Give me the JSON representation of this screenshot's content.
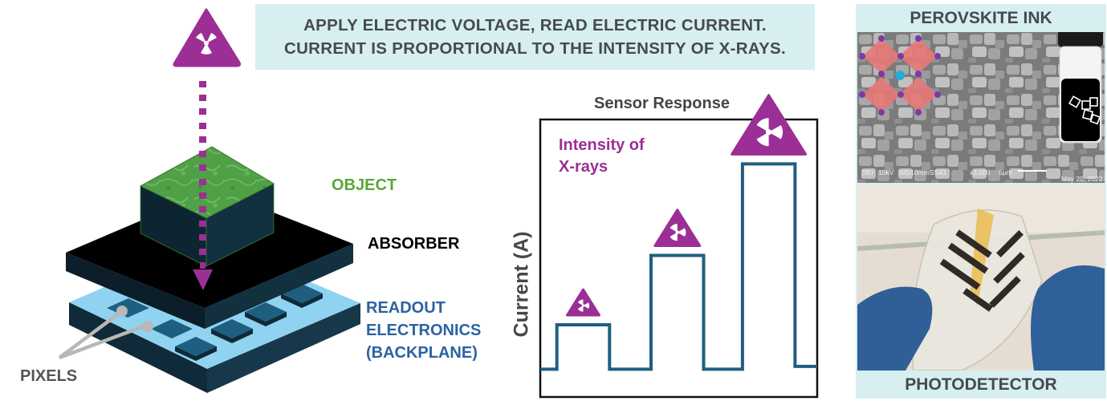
{
  "banner": {
    "line1": "APPLY ELECTRIC VOLTAGE, READ ELECTRIC CURRENT.",
    "line2": "CURRENT IS PROPORTIONAL TO THE INTENSITY OF X-RAYS."
  },
  "detector": {
    "labels": {
      "object": "OBJECT",
      "absorber": "ABSORBER",
      "readout_line1": "READOUT",
      "readout_line2": "ELECTRONICS",
      "readout_line3": "(BACKPLANE)",
      "pixels": "PIXELS"
    },
    "icons": [
      "radiation-warning-icon",
      "dotted-arrow-down"
    ],
    "colors": {
      "object": "#5aa63a",
      "absorber": "#000000",
      "readout": "#2b63a0",
      "pixels": "#555555",
      "xray": "#9b2f95",
      "backplane": "#8fd3f0",
      "pixel_tile": "#1e5f80"
    }
  },
  "chart_data": {
    "type": "line",
    "title": "Sensor Response",
    "xlabel": "",
    "ylabel": "Current (A)",
    "annotation": "Intensity of X-rays",
    "step": true,
    "series": [
      {
        "name": "current",
        "color": "#1e5f80",
        "points": [
          [
            0,
            0.1
          ],
          [
            0.06,
            0.1
          ],
          [
            0.06,
            0.26
          ],
          [
            0.25,
            0.26
          ],
          [
            0.25,
            0.1
          ],
          [
            0.4,
            0.1
          ],
          [
            0.4,
            0.51
          ],
          [
            0.59,
            0.51
          ],
          [
            0.59,
            0.1
          ],
          [
            0.73,
            0.1
          ],
          [
            0.73,
            0.84
          ],
          [
            0.92,
            0.84
          ],
          [
            0.92,
            0.11
          ],
          [
            1,
            0.11
          ]
        ]
      }
    ],
    "pulse_intensity_levels": [
      "low",
      "medium",
      "high"
    ],
    "xlim": [
      0,
      1
    ],
    "ylim": [
      0,
      1
    ],
    "grid": false
  },
  "right_panel": {
    "top_title": "PEROVSKITE INK",
    "sem_info": {
      "mode": "SEI",
      "voltage": "10kV",
      "wd": "WD10mmSS43",
      "magnification": "x3,000",
      "scale": "5µm",
      "date": "May 20, 2022"
    },
    "bottom_title": "PHOTODETECTOR"
  }
}
